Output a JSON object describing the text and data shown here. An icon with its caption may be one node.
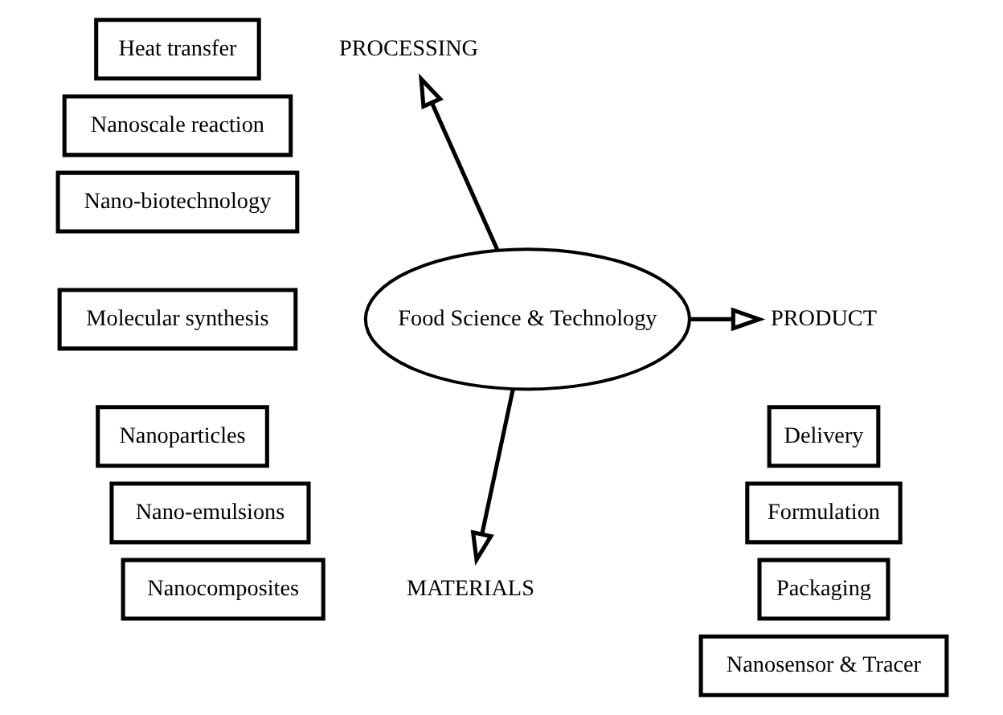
{
  "diagram": {
    "nodes": [
      {
        "text": [
          "Food Science & Technology"
        ]
      },
      {
        "text": [
          "PROCESSING"
        ]
      },
      {
        "text": [
          "PRODUCT"
        ]
      },
      {
        "text": [
          "MATERIALS"
        ]
      },
      {
        "text": [
          "Heat transfer"
        ]
      },
      {
        "text": [
          "Nanoscale reaction"
        ]
      },
      {
        "text": [
          "Nano-biotechnology"
        ]
      },
      {
        "text": [
          "Molecular synthesis"
        ]
      },
      {
        "text": [
          "Nanoparticles"
        ]
      },
      {
        "text": [
          "Nano-emulsions"
        ]
      },
      {
        "text": [
          "Nanocomposites"
        ]
      },
      {
        "text": [
          "Delivery"
        ]
      },
      {
        "text": [
          "Formulation"
        ]
      },
      {
        "text": [
          "Packaging"
        ]
      },
      {
        "text": [
          "Nanosensor & Tracer"
        ]
      }
    ],
    "edges": [
      {
        "from": 0,
        "to": 1,
        "arrow": "to"
      },
      {
        "from": 0,
        "to": 2,
        "arrow": "to"
      },
      {
        "from": 0,
        "to": 3,
        "arrow": "to"
      }
    ]
  }
}
